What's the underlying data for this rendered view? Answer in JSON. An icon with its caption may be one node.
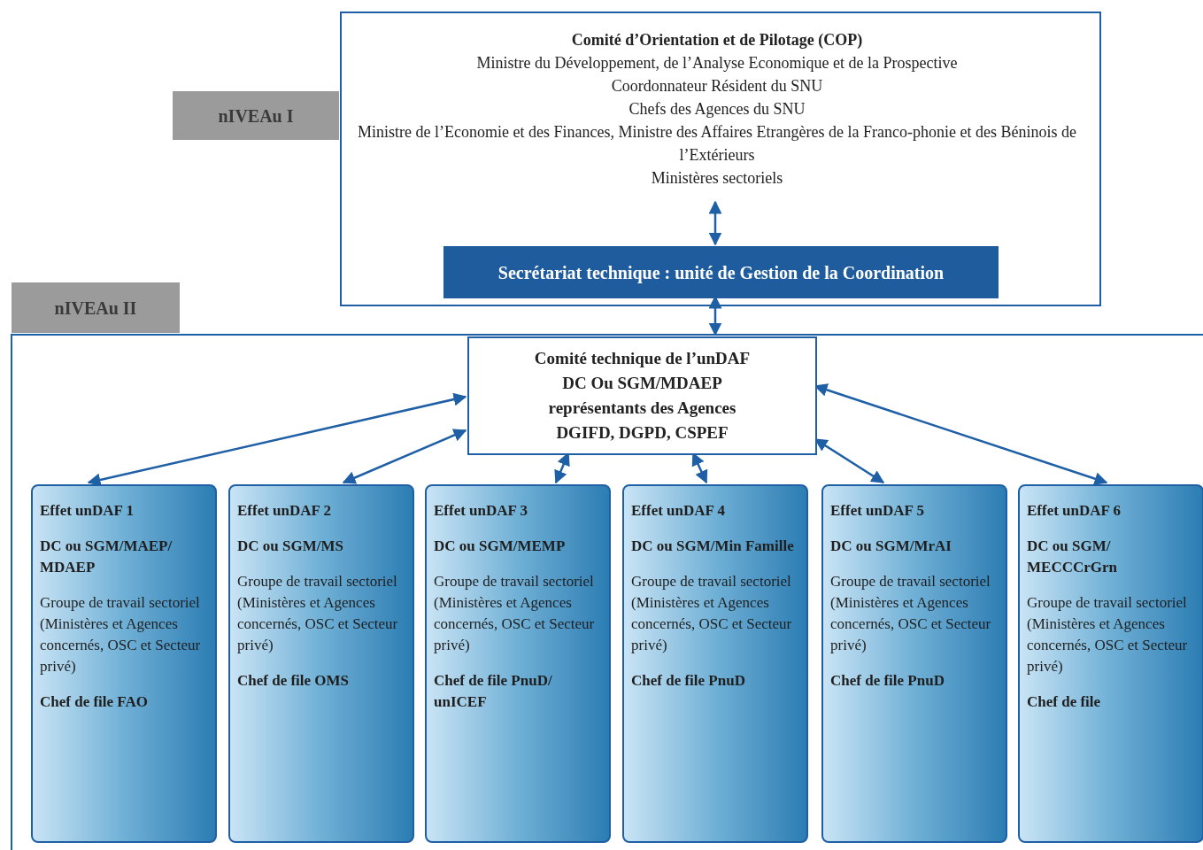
{
  "diagram": {
    "nodes": [
      {
        "text": [],
        "shape": "box"
      },
      {
        "text": [
          "Comité d’Orientation et de Pilotage (COP)",
          "Ministre du Développement, de l’Analyse Economique et de la Prospective",
          "Coordonnateur Résident du SNU",
          "Chefs des Agences du SNU",
          "Ministre de l’Economie et des Finances, Ministre des Affaires Etrangères de la Franco-phonie et des Béninois de l’Extérieurs",
          "Ministères sectoriels"
        ],
        "in": 0
      },
      {
        "text": [
          "Secrétariat technique : unité de Gestion de la Coordination"
        ],
        "in": 0
      },
      {
        "text": [
          "nIVEAu I"
        ]
      },
      {
        "text": [
          "nIVEAu II"
        ]
      },
      {
        "text": [],
        "shape": "box"
      },
      {
        "text": [
          "Comité technique de l’unDAF",
          "DC Ou SGM/MDAEP",
          "représentants des Agences",
          "DGIFD, DGPD, CSPEF"
        ],
        "in": 5
      },
      {
        "text": [
          "Effet unDAF 1",
          "DC ou SGM/MAEP/ MDAEP",
          "Groupe de travail sectoriel (Ministères et Agences concernés, OSC et Secteur privé)",
          "Chef de file FAO"
        ],
        "in": 5
      },
      {
        "text": [
          "Effet unDAF 2",
          "DC ou SGM/MS",
          "Groupe de travail sectoriel (Ministères et Agences concernés, OSC et Secteur privé)",
          "Chef de file OMS"
        ],
        "in": 5
      },
      {
        "text": [
          "Effet unDAF 3",
          "DC ou SGM/MEMP",
          "Groupe de travail sectoriel (Ministères et Agences concernés, OSC et Secteur privé)",
          "Chef de file PnuD/ unICEF"
        ],
        "in": 5
      },
      {
        "text": [
          "Effet unDAF 4",
          "DC ou SGM/Min Famille",
          "Groupe de travail sectoriel (Ministères et Agences concernés, OSC et Secteur privé)",
          "Chef de file PnuD"
        ],
        "in": 5
      },
      {
        "text": [
          "Effet unDAF 5",
          "DC ou SGM/MrAI",
          "Groupe de travail sectoriel (Ministères et Agences concernés, OSC et Secteur privé)",
          "Chef de file PnuD"
        ],
        "in": 5
      },
      {
        "text": [
          "Effet unDAF 6",
          "DC ou SGM/ MECCCrGrn",
          "Groupe de travail sectoriel (Ministères et Agences concernés, OSC et Secteur privé)",
          "Chef de file"
        ],
        "in": 5
      }
    ],
    "edges": [
      {
        "from": 1,
        "to": 2,
        "arrow": "both"
      },
      {
        "from": 2,
        "to": 6,
        "arrow": "both"
      },
      {
        "from": 6,
        "to": 7,
        "arrow": "both"
      },
      {
        "from": 6,
        "to": 8,
        "arrow": "both"
      },
      {
        "from": 6,
        "to": 9,
        "arrow": "both"
      },
      {
        "from": 6,
        "to": 10,
        "arrow": "both"
      },
      {
        "from": 6,
        "to": 11,
        "arrow": "both"
      },
      {
        "from": 6,
        "to": 12,
        "arrow": "both"
      }
    ]
  }
}
